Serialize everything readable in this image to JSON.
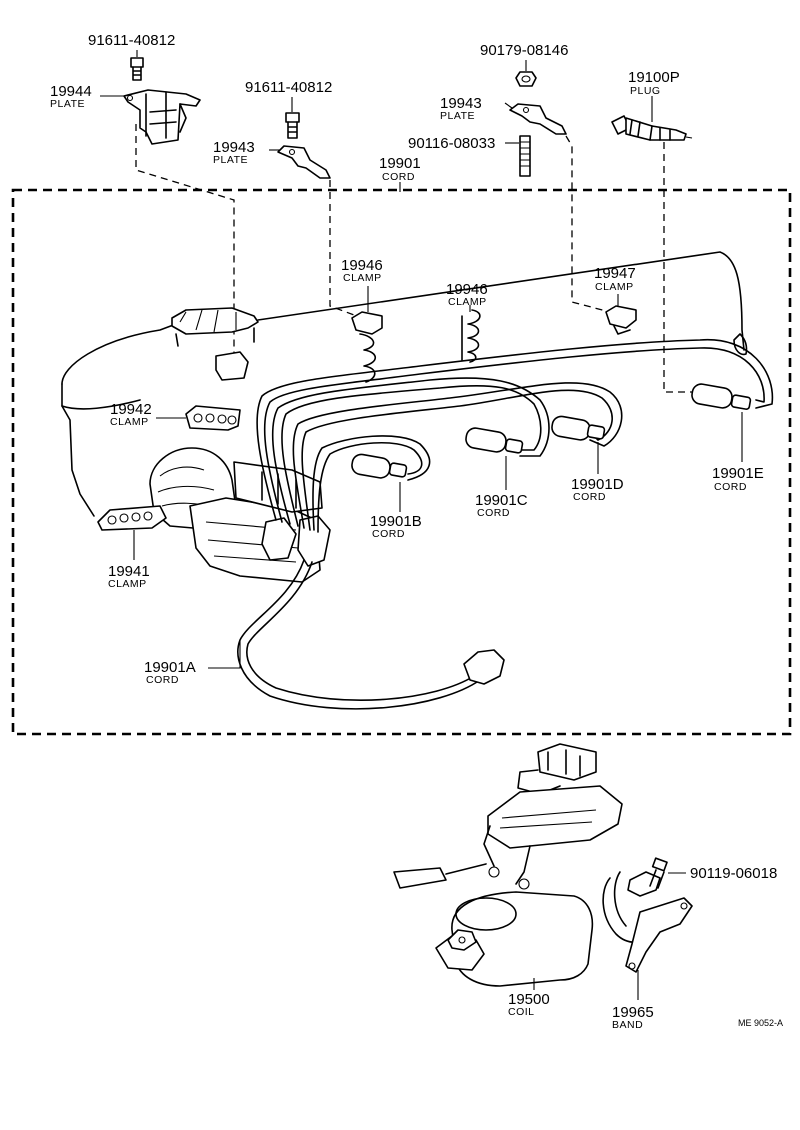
{
  "parts": {
    "bolt_top_left": {
      "number": "91611-40812"
    },
    "plate_19944": {
      "number": "19944",
      "name": "PLATE"
    },
    "bolt_center": {
      "number": "91611-40812"
    },
    "plate_19943_left": {
      "number": "19943",
      "name": "PLATE"
    },
    "cord_19901": {
      "number": "19901",
      "name": "CORD"
    },
    "nut": {
      "number": "90179-08146"
    },
    "plate_19943_right": {
      "number": "19943",
      "name": "PLATE"
    },
    "stud": {
      "number": "90116-08033"
    },
    "plug": {
      "number": "19100P",
      "name": "PLUG"
    },
    "clamp_19946_left": {
      "number": "19946",
      "name": "CLAMP"
    },
    "clamp_19946_right": {
      "number": "19946",
      "name": "CLAMP"
    },
    "clamp_19947": {
      "number": "19947",
      "name": "CLAMP"
    },
    "clamp_19942": {
      "number": "19942",
      "name": "CLAMP"
    },
    "cord_19901E": {
      "number": "19901E",
      "name": "CORD"
    },
    "cord_19901D": {
      "number": "19901D",
      "name": "CORD"
    },
    "cord_19901C": {
      "number": "19901C",
      "name": "CORD"
    },
    "cord_19901B": {
      "number": "19901B",
      "name": "CORD"
    },
    "clamp_19941": {
      "number": "19941",
      "name": "CLAMP"
    },
    "cord_19901A": {
      "number": "19901A",
      "name": "CORD"
    },
    "bolt_band": {
      "number": "90119-06018"
    },
    "coil": {
      "number": "19500",
      "name": "COIL"
    },
    "band": {
      "number": "19965",
      "name": "BAND"
    }
  },
  "reference_code": "ME 9052-A"
}
